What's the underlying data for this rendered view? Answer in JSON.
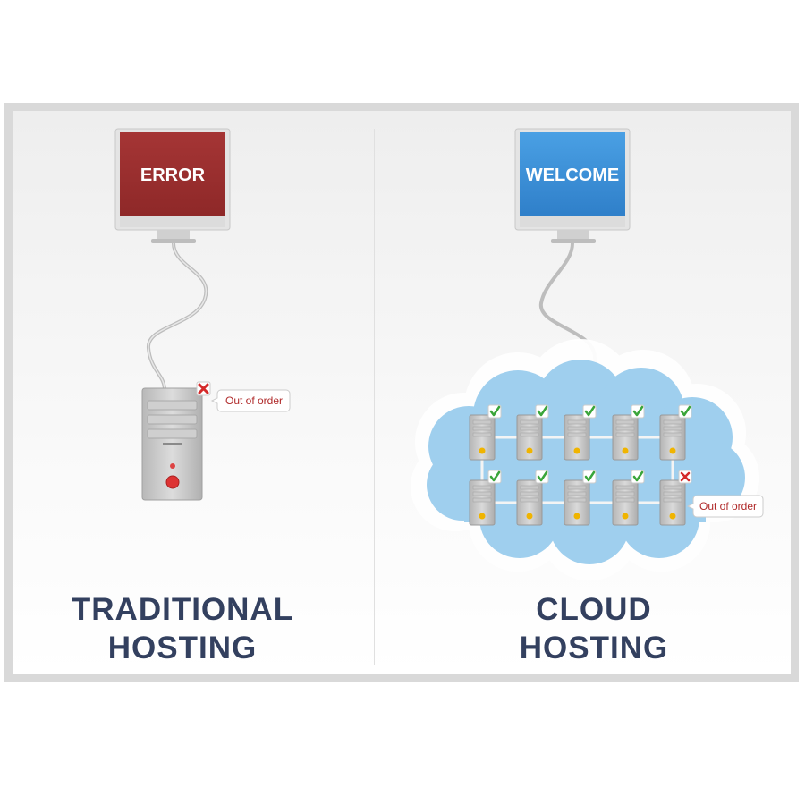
{
  "traditional": {
    "screen_text": "ERROR",
    "status_label": "Out of order",
    "heading_line1": "TRADITIONAL",
    "heading_line2": "HOSTING"
  },
  "cloud": {
    "screen_text": "WELCOME",
    "status_label": "Out of order",
    "heading_line1": "CLOUD",
    "heading_line2": "HOSTING",
    "servers": [
      {
        "row": 1,
        "col": 1,
        "status": "ok"
      },
      {
        "row": 1,
        "col": 2,
        "status": "ok"
      },
      {
        "row": 1,
        "col": 3,
        "status": "ok"
      },
      {
        "row": 1,
        "col": 4,
        "status": "ok"
      },
      {
        "row": 1,
        "col": 5,
        "status": "ok"
      },
      {
        "row": 2,
        "col": 1,
        "status": "ok"
      },
      {
        "row": 2,
        "col": 2,
        "status": "ok"
      },
      {
        "row": 2,
        "col": 3,
        "status": "ok"
      },
      {
        "row": 2,
        "col": 4,
        "status": "ok"
      },
      {
        "row": 2,
        "col": 5,
        "status": "failed"
      }
    ]
  },
  "colors": {
    "error_screen": "#9b2f2f",
    "welcome_screen": "#3a8fd6",
    "heading": "#33405f",
    "cloud": "#9fcfee",
    "check": "#3aa53a",
    "cross": "#d42a2a"
  },
  "icons": [
    "monitor-icon",
    "server-tower-icon",
    "cloud-icon",
    "check-icon",
    "cross-icon"
  ]
}
